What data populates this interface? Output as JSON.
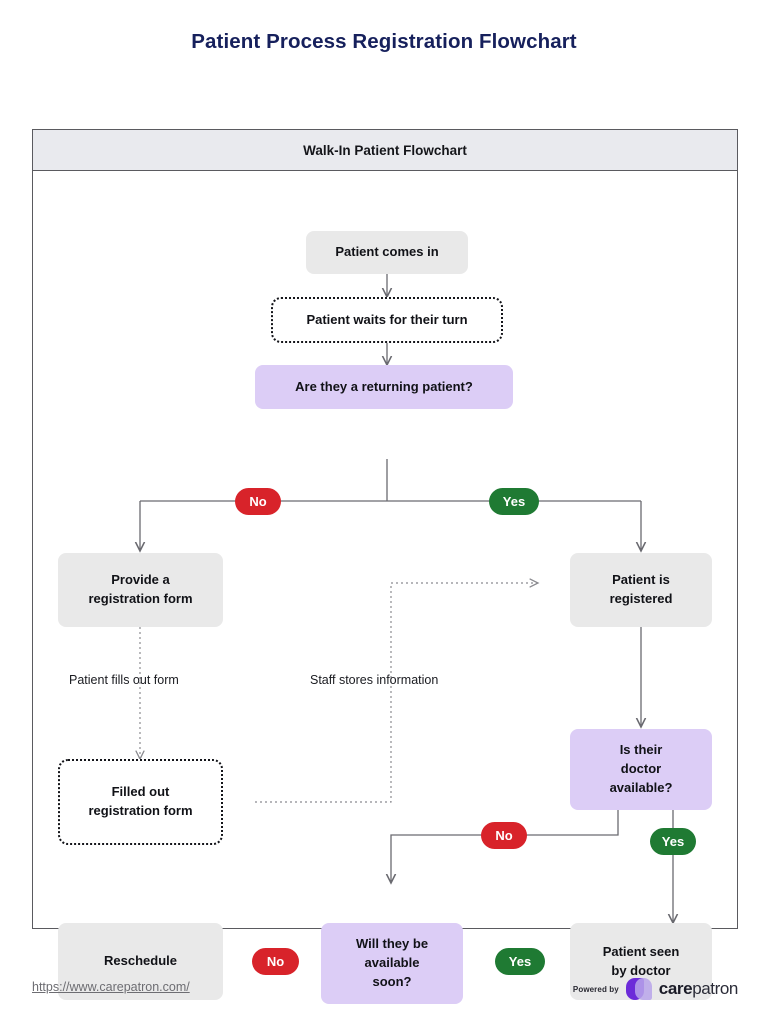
{
  "page_title": "Patient Process Registration Flowchart",
  "frame": {
    "header_title": "Walk-In Patient Flowchart"
  },
  "nodes": {
    "patient_comes_in": "Patient comes in",
    "patient_waits": "Patient waits for their turn",
    "returning_patient": "Are they a returning patient?",
    "provide_form": "Provide a\nregistration form",
    "patient_registered": "Patient is\nregistered",
    "filled_form": "Filled out\nregistration form",
    "doctor_available": "Is their\ndoctor\navailable?",
    "reschedule": "Reschedule",
    "available_soon": "Will they be\navailable\nsoon?",
    "patient_seen": "Patient seen\nby doctor"
  },
  "badges": {
    "returning_no": "No",
    "returning_yes": "Yes",
    "doctor_no": "No",
    "doctor_yes": "Yes",
    "soon_no": "No",
    "soon_yes": "Yes"
  },
  "edge_labels": {
    "patient_fills": "Patient fills out form",
    "staff_stores": "Staff stores information"
  },
  "footer": {
    "url": "https://www.carepatron.com/",
    "powered_by": "Powered by",
    "brand_care": "care",
    "brand_patron": "patron"
  },
  "colors": {
    "title": "#16205c",
    "gray_node": "#e9e9e9",
    "purple_node": "#dccdf6",
    "badge_no": "#d8232a",
    "badge_yes": "#1f7a33",
    "frame_border": "#5a5a5f",
    "header_bg": "#e9eaee",
    "wire": "#6a6a70"
  }
}
